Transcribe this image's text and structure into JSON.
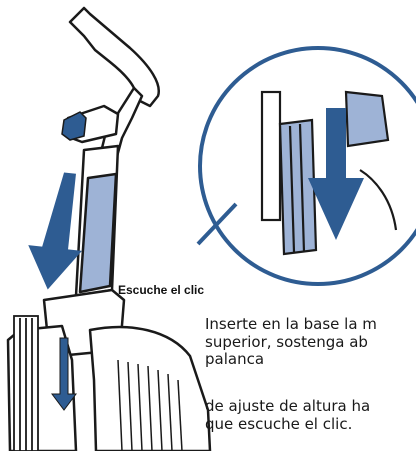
{
  "caption": "Escuche el clic",
  "instructions": {
    "paragraph1": [
      "Inserte en la base la m",
      "superior, sostenga ab",
      "palanca"
    ],
    "paragraph2": [
      "de ajuste de altura ha",
      "que escuche el clic."
    ]
  },
  "colors": {
    "arrow_blue": "#2e5c92",
    "handle_fill": "#9eb3d6",
    "circle_stroke": "#2e5c92",
    "line_art": "#1a1a1a"
  },
  "icons": {
    "main_arrow": "down-arrow-icon",
    "zoom_arrow": "down-arrow-icon"
  }
}
